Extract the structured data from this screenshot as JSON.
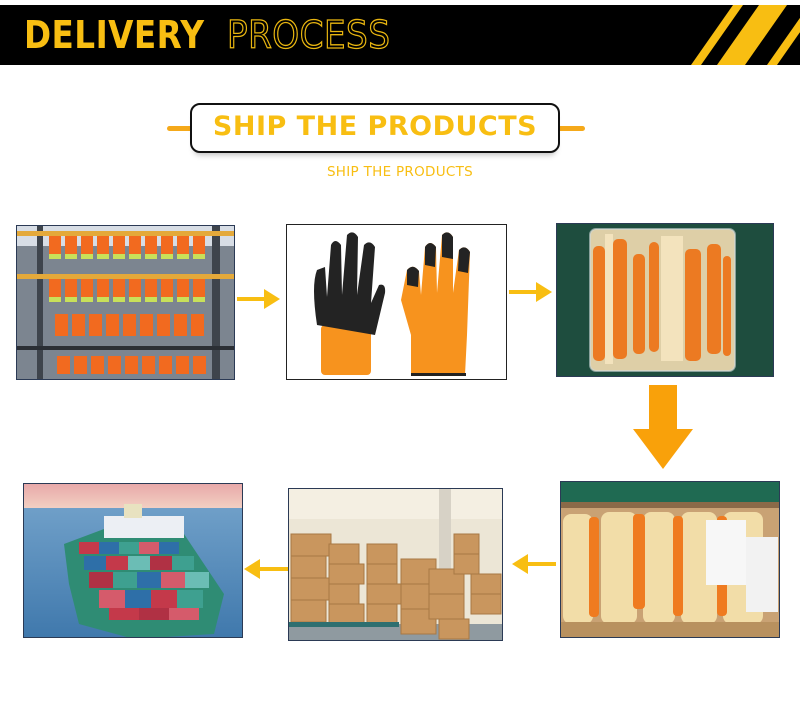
{
  "banner": {
    "title_solid": "DELIVERY",
    "title_outline": "PROCESS",
    "background": "#000000",
    "accent": "#f8be12"
  },
  "section": {
    "title": "SHIP THE PRODUCTS",
    "subtitle": "SHIP THE PRODUCTS",
    "title_color": "#f8be12"
  },
  "steps": [
    {
      "id": 1,
      "name": "glove-production-line",
      "alt": "Gloves on factory dipping line"
    },
    {
      "id": 2,
      "name": "finished-gloves",
      "alt": "Black latex coated orange gloves"
    },
    {
      "id": 3,
      "name": "bagged-gloves",
      "alt": "Gloves packed in plastic bag"
    },
    {
      "id": 4,
      "name": "boxed-gloves",
      "alt": "Gloves packed in carton box"
    },
    {
      "id": 5,
      "name": "warehouse-cartons",
      "alt": "Cartons stacked in warehouse"
    },
    {
      "id": 6,
      "name": "container-ship",
      "alt": "Container ship at sea"
    }
  ],
  "icons": {
    "arrow_right": "arrow-right-icon",
    "arrow_down": "arrow-down-icon",
    "arrow_left": "arrow-left-icon"
  }
}
